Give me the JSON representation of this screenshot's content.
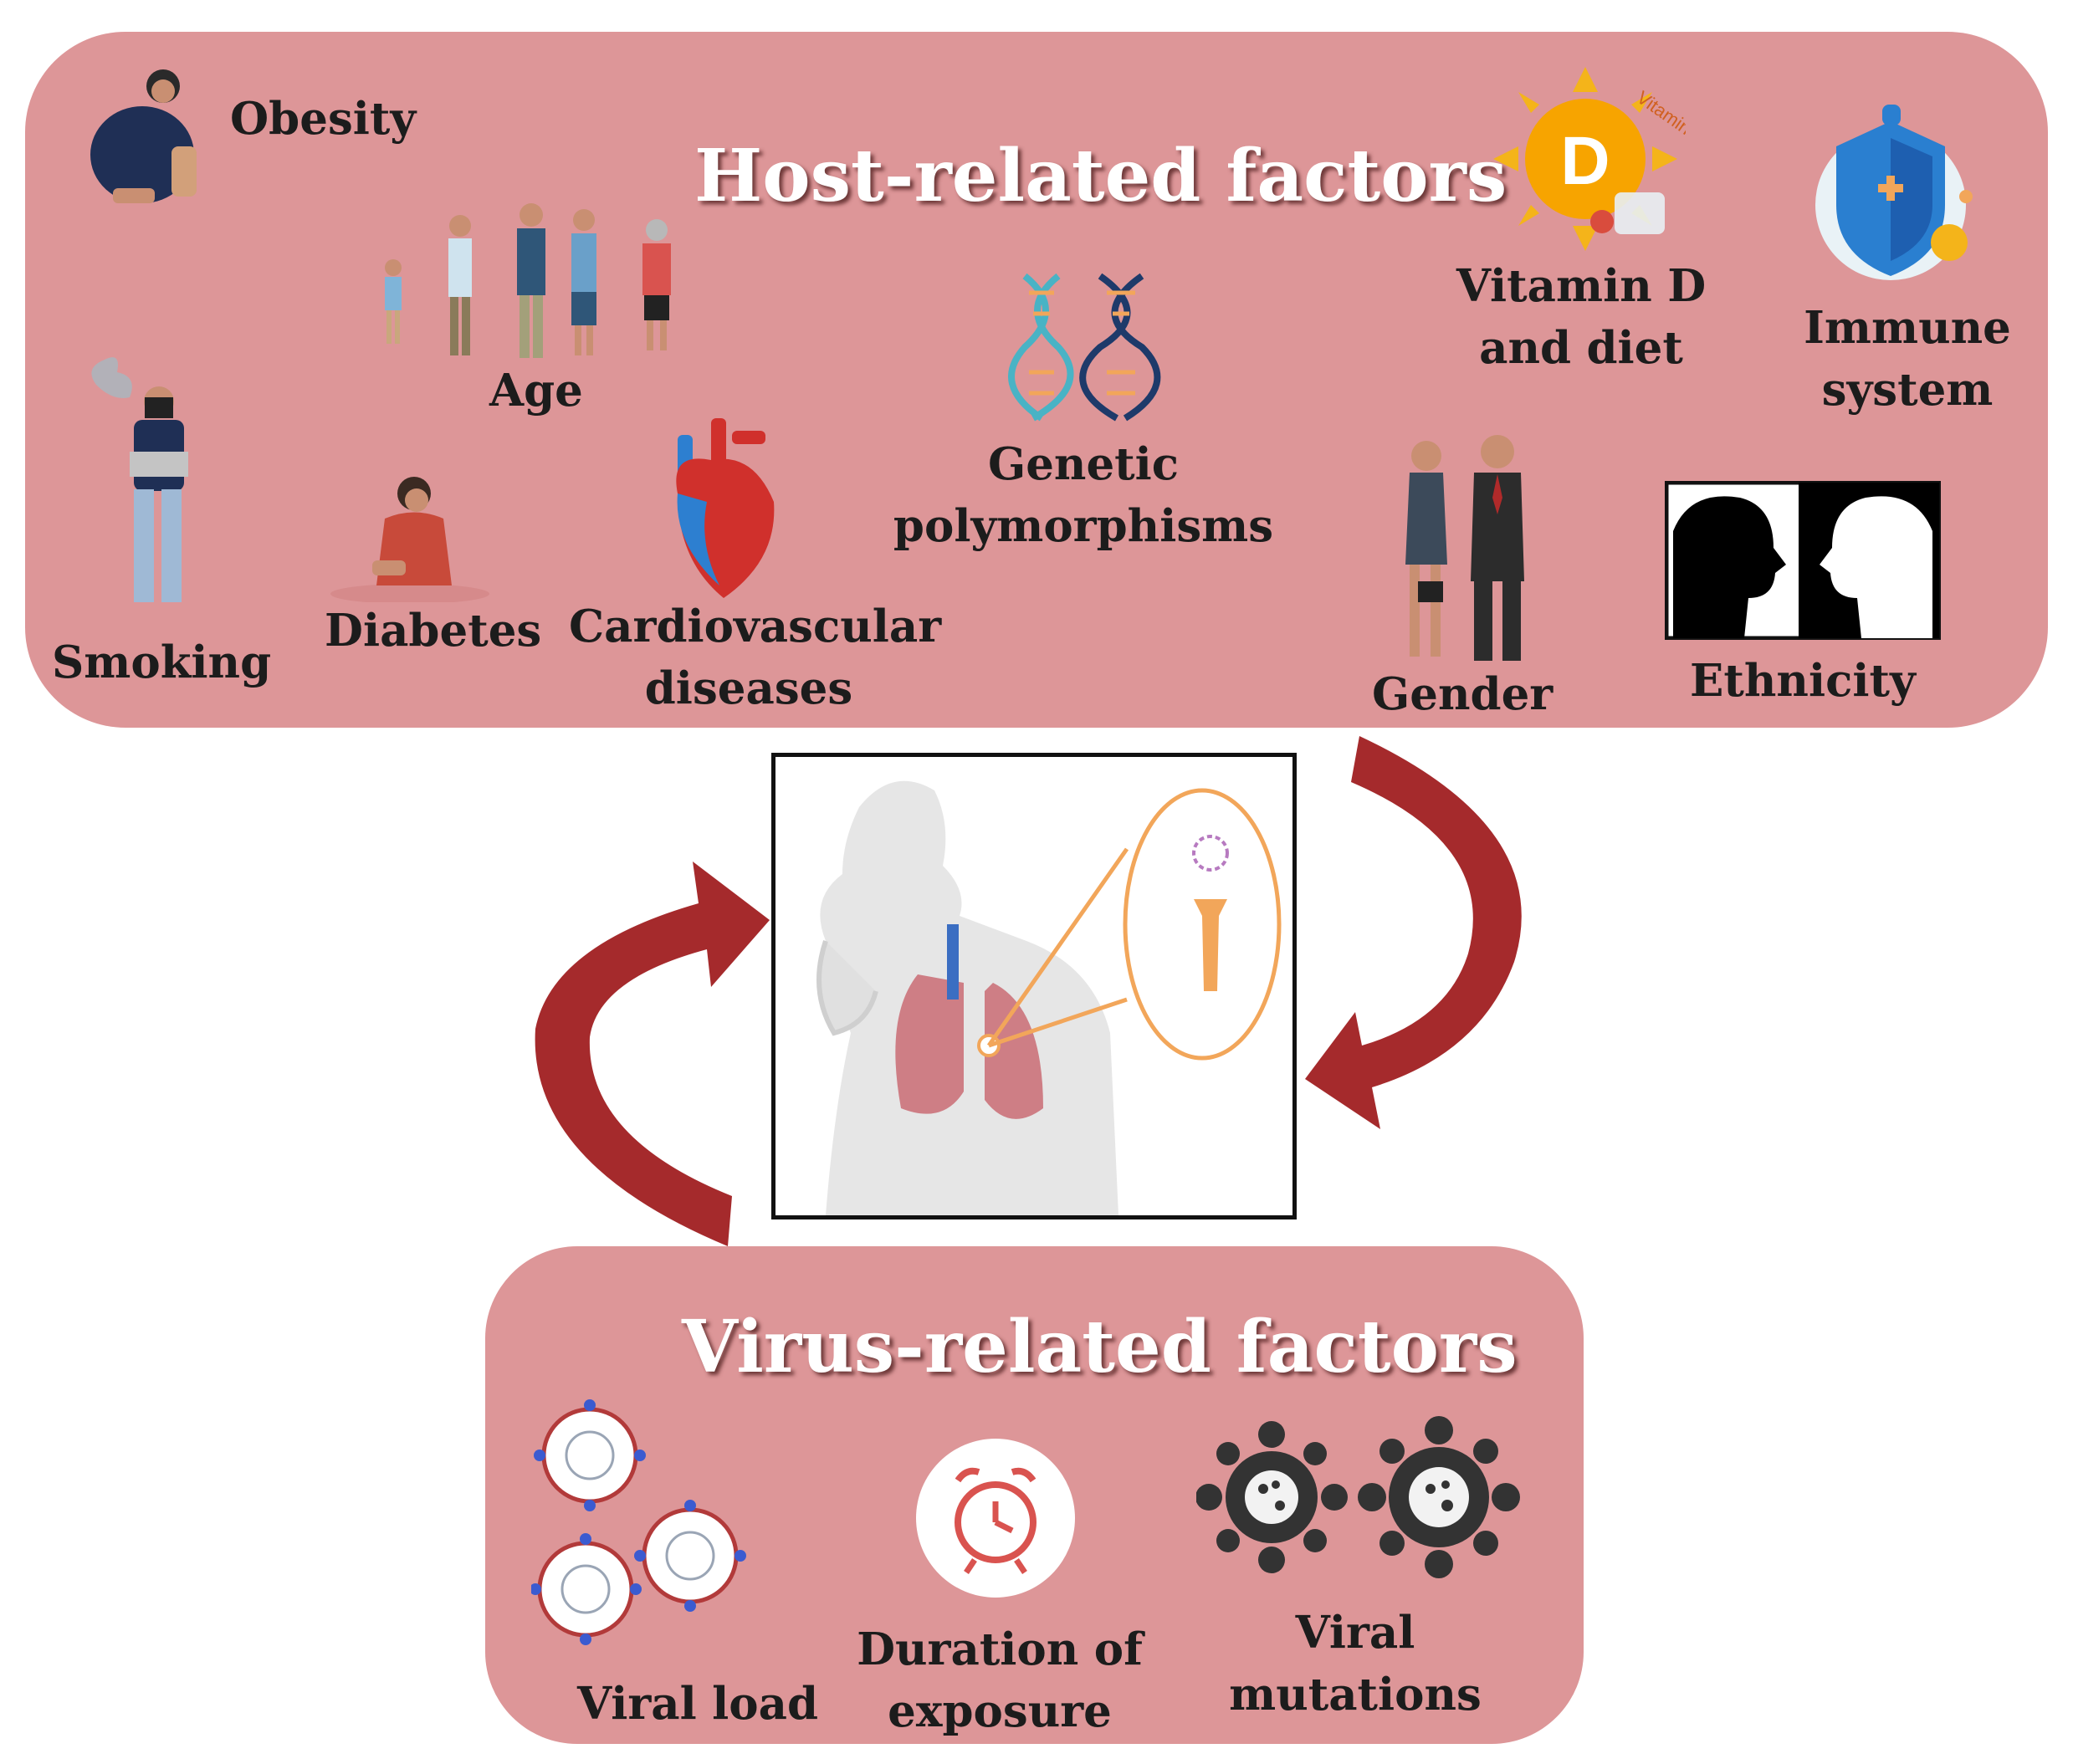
{
  "host": {
    "title": "Host-related factors",
    "factors": {
      "obesity": "Obesity",
      "age": "Age",
      "smoking": "Smoking",
      "diabetes": "Diabetes",
      "cardio_line1": "Cardiovascular",
      "cardio_line2": "diseases",
      "genetic_line1": "Genetic",
      "genetic_line2": "polymorphisms",
      "vitamin_line1": "Vitamin D",
      "vitamin_line2": "and diet",
      "vitamin_badge": "D",
      "vitamin_arc": "Vitamin",
      "immune_line1": "Immune",
      "immune_line2": "system",
      "gender": "Gender",
      "ethnicity": "Ethnicity"
    }
  },
  "virus": {
    "title": "Virus-related factors",
    "factors": {
      "viral_load": "Viral load",
      "duration_line1": "Duration of",
      "duration_line2": "exposure",
      "mutations_line1": "Viral",
      "mutations_line2": "mutations"
    }
  },
  "colors": {
    "panel": "#dd9698",
    "arrow": "#a52a2c",
    "title_text": "#ffffff",
    "label_text": "#1c1c1c"
  },
  "icons": [
    "obese-person-icon",
    "family-age-icon",
    "smoking-person-icon",
    "diabetes-person-icon",
    "heart-icon",
    "dna-icon",
    "vitamin-d-sun-icon",
    "immune-shield-icon",
    "business-couple-icon",
    "ethnicity-silhouettes-icon",
    "virus-cluster-icon",
    "alarm-clock-icon",
    "virus-mutation-icon",
    "lung-infection-illustration"
  ]
}
